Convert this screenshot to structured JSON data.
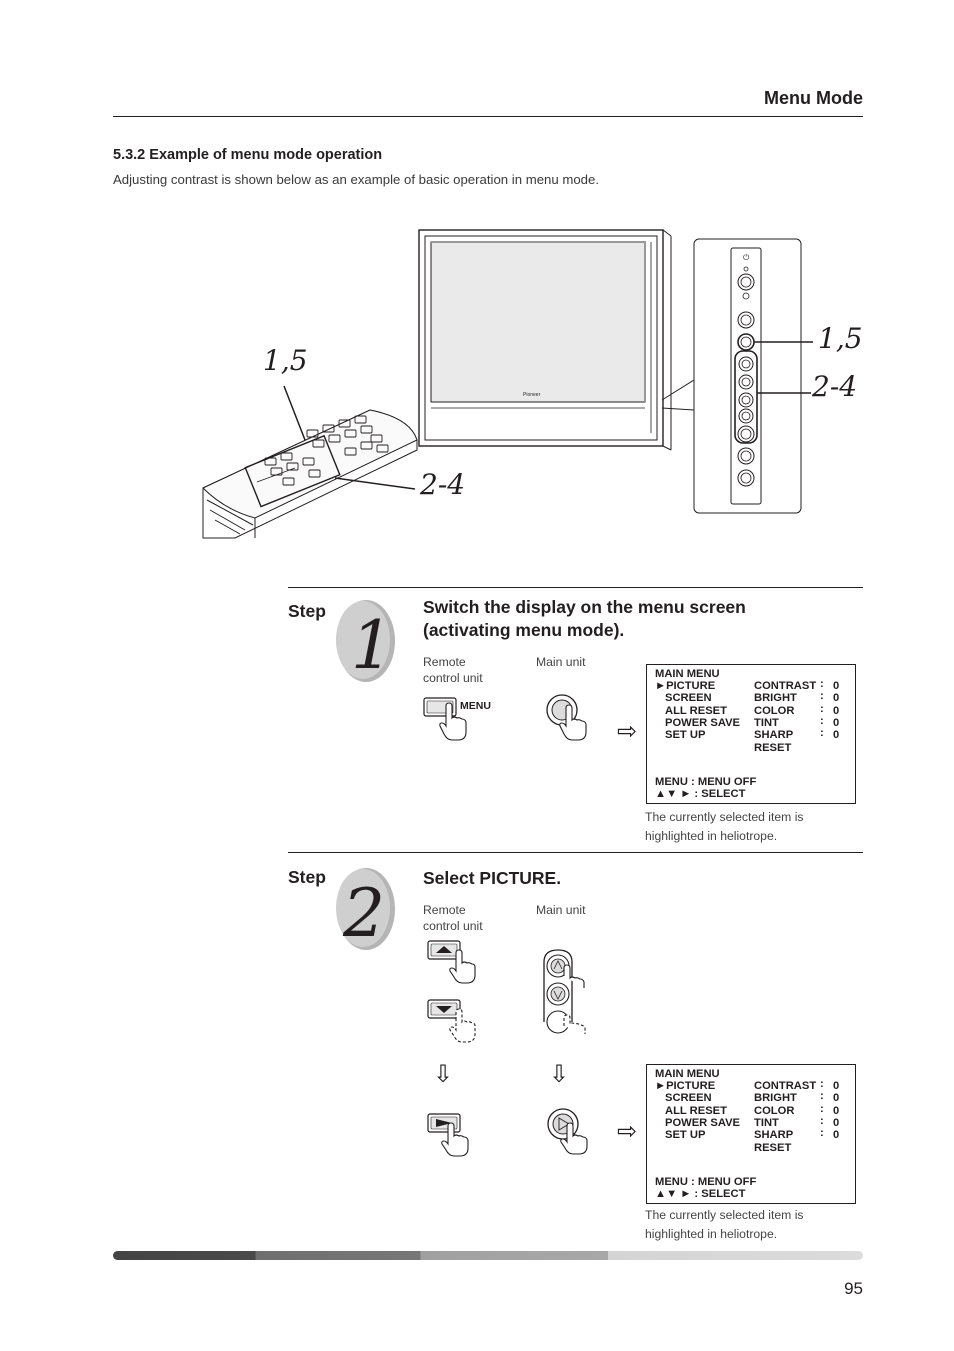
{
  "header": {
    "section_title": "Menu Mode"
  },
  "section": {
    "heading": "5.3.2 Example of menu mode operation",
    "intro": "Adjusting contrast is shown below as an example of basic operation in menu mode."
  },
  "illustration": {
    "remote_callout_top": "1,5",
    "remote_callout_bottom": "2-4",
    "panel_callout_top": "1,5",
    "panel_callout_bottom": "2-4"
  },
  "steps": [
    {
      "label": "Step",
      "number": "1",
      "title_line1": "Switch the display on the menu screen",
      "title_line2": "(activating menu mode).",
      "remote_label_line1": "Remote",
      "remote_label_line2": "control unit",
      "main_label": "Main unit",
      "remote_button_caption": "MENU",
      "note_line1": "The currently selected item is",
      "note_line2": "highlighted in heliotrope."
    },
    {
      "label": "Step",
      "number": "2",
      "title": "Select PICTURE.",
      "remote_label_line1": "Remote",
      "remote_label_line2": "control unit",
      "main_label": "Main unit",
      "note_line1": "The currently selected item is",
      "note_line2": "highlighted in heliotrope."
    }
  ],
  "osd_menu": {
    "title": "MAIN MENU",
    "left_items": [
      "►PICTURE",
      "SCREEN",
      "ALL RESET",
      "POWER SAVE",
      "SET UP"
    ],
    "right_items": [
      "CONTRAST",
      "BRIGHT",
      "COLOR",
      "TINT",
      "SHARP",
      "RESET"
    ],
    "separator": ":",
    "values": [
      "0",
      "0",
      "0",
      "0",
      "0"
    ],
    "footer_line1": "MENU : MENU OFF",
    "footer_line2": "▲▼  ► : SELECT"
  },
  "glyphs": {
    "arrow_right": "⇨",
    "arrow_down": "⇩"
  },
  "page": {
    "number": "95"
  },
  "colors": {
    "text": "#231f20",
    "badge_gray": "#b5b5b5",
    "bar_dark": "#555555",
    "bar_light": "#d0d0d0"
  }
}
